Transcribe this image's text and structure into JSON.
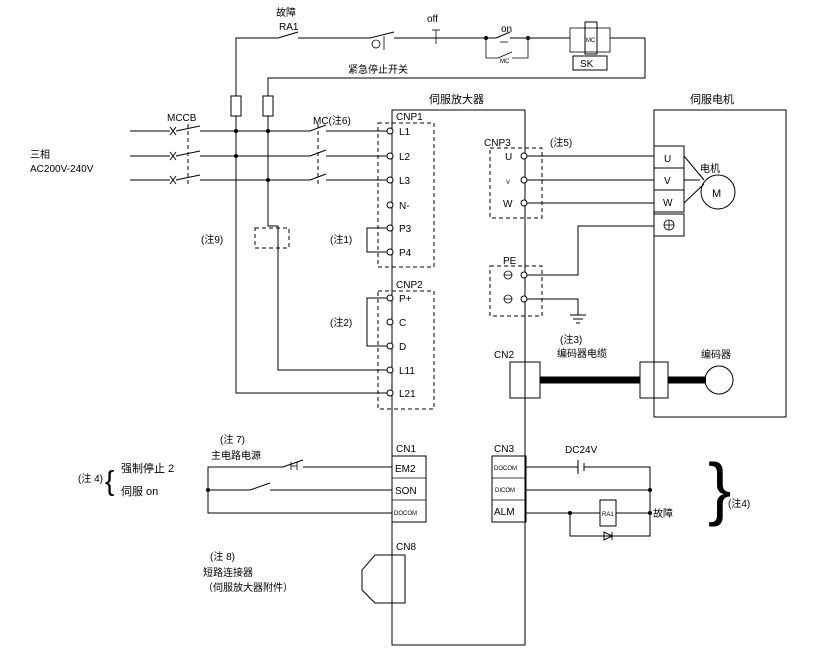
{
  "top": {
    "fault_label": "故障",
    "ra1_label": "RA1",
    "off_label": "off",
    "on_label": "on",
    "mc_label": "MC",
    "mc_small": "MC",
    "sk_label": "SK",
    "emergency_stop": "紧急停止开关"
  },
  "power": {
    "three_phase": "三相",
    "voltage": "AC200V-240V",
    "mccb": "MCCB",
    "mc_note6": "MC(注6)",
    "note9": "(注9)"
  },
  "amplifier": {
    "title": "伺服放大器",
    "cnp1": "CNP1",
    "cnp1_terminals": [
      "L1",
      "L2",
      "L3",
      "N-",
      "P3",
      "P4"
    ],
    "note1": "(注1)",
    "cnp2": "CNP2",
    "cnp2_terminals": [
      "P+",
      "C",
      "D",
      "L11",
      "L21"
    ],
    "note2": "(注2)",
    "cnp3": "CNP3",
    "cnp3_terminals": [
      "U",
      "V",
      "W"
    ],
    "note5": "(注5)",
    "pe": "PE",
    "cn2": "CN2",
    "note3": "(注3)",
    "encoder_cable": "编码器电缆",
    "cn1": "CN1",
    "cn1_terminals": [
      "EM2",
      "SON",
      "DOCOM"
    ],
    "cn3": "CN3",
    "cn3_terminals": [
      "DOCOM",
      "DICOM",
      "ALM"
    ],
    "cn8": "CN8"
  },
  "motor": {
    "title": "伺服电机",
    "terminals": [
      "U",
      "V",
      "W"
    ],
    "motor_label": "电机",
    "m_symbol": "M",
    "encoder": "编码器"
  },
  "io_left": {
    "note7": "(注 7)",
    "main_power": "主电路电源",
    "note4": "(注 4)",
    "forced_stop": "强制停止 2",
    "servo_on": "伺服 on",
    "note8": "(注 8)",
    "short_connector": "短路连接器",
    "accessory": "（伺服放大器附件）"
  },
  "io_right": {
    "dc24v": "DC24V",
    "fault": "故障",
    "ra1_small": "RA1",
    "note4_right": "(注4)"
  }
}
